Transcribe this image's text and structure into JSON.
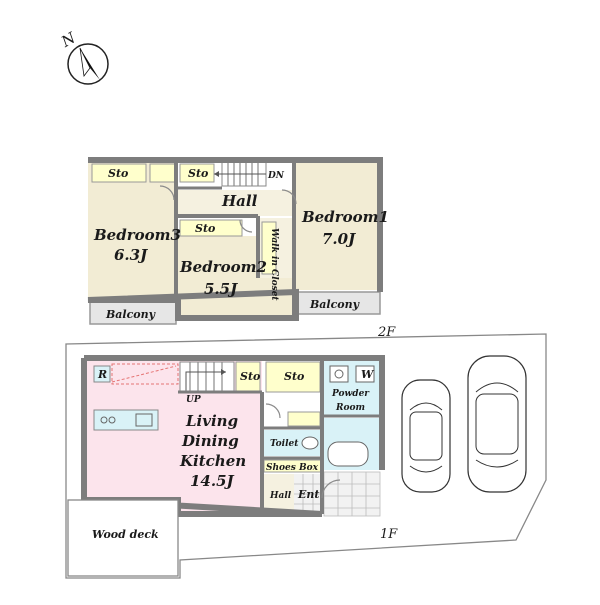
{
  "compass": {
    "north": "N"
  },
  "floor2": {
    "label": "2F",
    "storage": "Sto",
    "stairs_down": "DN",
    "hall": "Hall",
    "closet": "Walk in Closet",
    "balcony": "Balcony",
    "bedroom1": {
      "name": "Bedroom1",
      "size": "7.0J"
    },
    "bedroom2": {
      "name": "Bedroom2",
      "size": "5.5J"
    },
    "bedroom3": {
      "name": "Bedroom3",
      "size": "6.3J"
    }
  },
  "floor1": {
    "label": "1F",
    "fridge": "R",
    "stairs_up": "UP",
    "storage": "Sto",
    "washer": "W",
    "powder_room": {
      "line1": "Powder",
      "line2": "Room"
    },
    "ldk": {
      "line1": "Living",
      "line2": "Dining",
      "line3": "Kitchen",
      "size": "14.5J"
    },
    "toilet": "Toilet",
    "shoes_box": "Shoes Box",
    "hall": "Hall",
    "entrance": "Ent",
    "wood_deck": "Wood deck"
  }
}
